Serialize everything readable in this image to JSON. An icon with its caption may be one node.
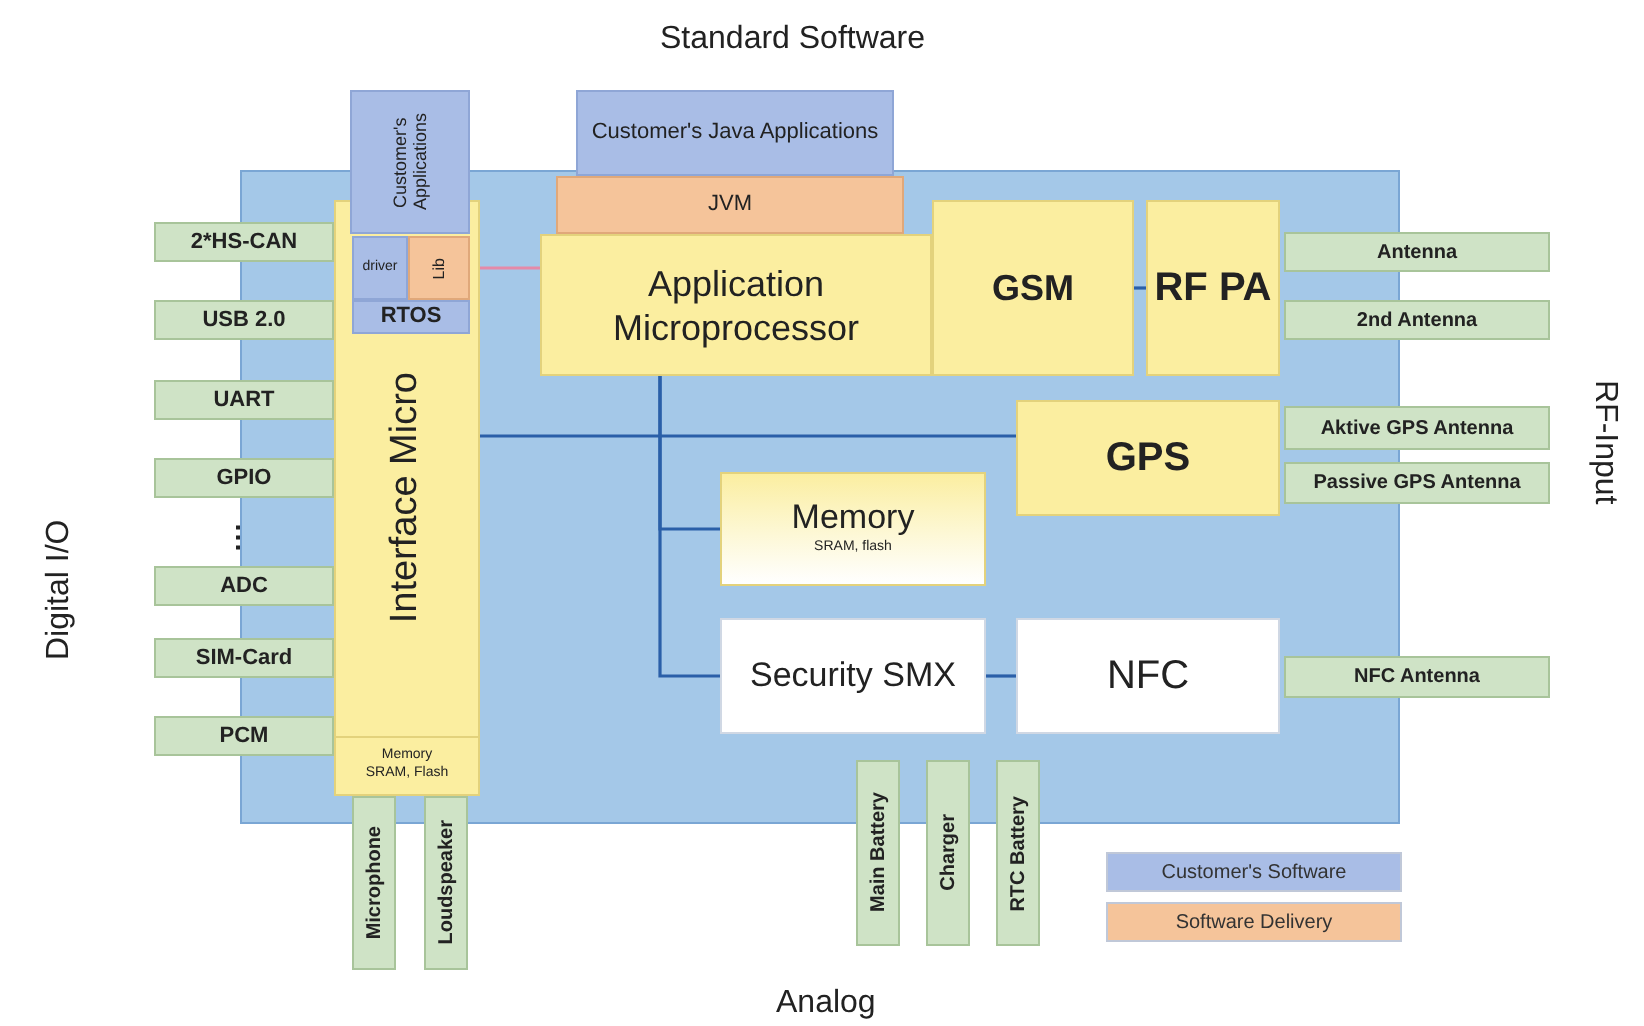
{
  "diagram": {
    "nodes": [
      {
        "text": [],
        "shape": "box"
      },
      {
        "text": [
          "Customer's Applications"
        ]
      },
      {
        "text": [
          "Interface Micro"
        ],
        "in": 0
      },
      {
        "text": [
          "driver"
        ],
        "in": 2
      },
      {
        "text": [
          "Lib"
        ],
        "in": 2
      },
      {
        "text": [
          "RTOS"
        ],
        "in": 2
      },
      {
        "text": [
          "Memory",
          "SRAM, Flash"
        ],
        "in": 2
      },
      {
        "text": [
          "Customer's Java Applications"
        ]
      },
      {
        "text": [
          "JVM"
        ],
        "in": 0
      },
      {
        "text": [
          "Application Microprocessor"
        ],
        "in": 0
      },
      {
        "text": [
          "GSM"
        ],
        "in": 0
      },
      {
        "text": [
          "RF PA"
        ],
        "in": 0
      },
      {
        "text": [
          "GPS"
        ],
        "in": 0
      },
      {
        "text": [
          "Memory",
          "SRAM, flash"
        ],
        "in": 0
      },
      {
        "text": [
          "Security SMX"
        ],
        "in": 0
      },
      {
        "text": [
          "NFC"
        ],
        "in": 0
      },
      {
        "text": [
          "2*HS-CAN"
        ]
      },
      {
        "text": [
          "USB 2.0"
        ]
      },
      {
        "text": [
          "UART"
        ]
      },
      {
        "text": [
          "GPIO"
        ]
      },
      {
        "text": [
          "ADC"
        ]
      },
      {
        "text": [
          "SIM-Card"
        ]
      },
      {
        "text": [
          "PCM"
        ]
      },
      {
        "text": [
          "Microphone"
        ]
      },
      {
        "text": [
          "Loudspeaker"
        ]
      },
      {
        "text": [
          "Main Battery"
        ]
      },
      {
        "text": [
          "Charger"
        ]
      },
      {
        "text": [
          "RTC Battery"
        ]
      },
      {
        "text": [
          "Antenna"
        ]
      },
      {
        "text": [
          "2nd Antenna"
        ]
      },
      {
        "text": [
          "Aktive GPS Antenna"
        ]
      },
      {
        "text": [
          "Passive GPS Antenna"
        ]
      },
      {
        "text": [
          "NFC Antenna"
        ]
      }
    ],
    "edges": [
      {
        "from": 2,
        "to": 12,
        "arrow": "none"
      },
      {
        "from": 9,
        "to": 13,
        "arrow": "none"
      },
      {
        "from": 9,
        "to": 14,
        "arrow": "none"
      },
      {
        "from": 10,
        "to": 11,
        "arrow": "none"
      },
      {
        "from": 14,
        "to": 15,
        "arrow": "none"
      },
      {
        "from": 4,
        "to": 9,
        "arrow": "none",
        "color": "#e48aa8"
      }
    ],
    "labels": [
      "Standard Software",
      "Digital I/O",
      "⋮",
      "RF-Input",
      "Analog"
    ],
    "legend": [
      {
        "text": "Customer's Software",
        "color": "#a9bde6"
      },
      {
        "text": "Software Delivery",
        "color": "#f5c49a"
      }
    ]
  }
}
